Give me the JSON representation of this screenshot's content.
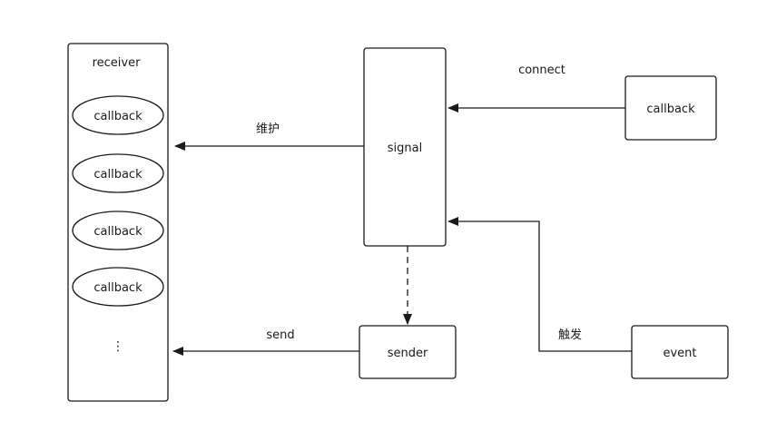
{
  "nodes": {
    "receiver": "receiver",
    "callbacks": [
      "callback",
      "callback",
      "callback",
      "callback"
    ],
    "more": "⋮",
    "signal": "signal",
    "callback_right": "callback",
    "sender": "sender",
    "event": "event"
  },
  "edges": {
    "connect": "connect",
    "maintain": "维护",
    "send": "send",
    "trigger": "触发"
  },
  "colors": {
    "stroke": "#1a1a1a",
    "background": "#ffffff"
  }
}
